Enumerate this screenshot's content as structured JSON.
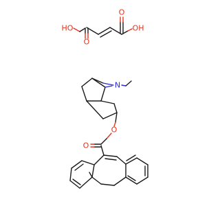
{
  "molecule": {
    "colors": {
      "carbon_bond": "#1a1a1a",
      "oxygen": "#e8321c",
      "nitrogen": "#2a2ae0",
      "background": "#ffffff"
    },
    "fumaric_acid": {
      "left_hydroxyl": "HO",
      "right_hydroxyl": "OH",
      "left_carbonyl_oxygen": "O",
      "right_carbonyl_oxygen": "O"
    },
    "tropane_ester": {
      "bridge_nitrogen": "N",
      "ester_oxygen": "O",
      "carbonyl_oxygen": "O"
    }
  }
}
